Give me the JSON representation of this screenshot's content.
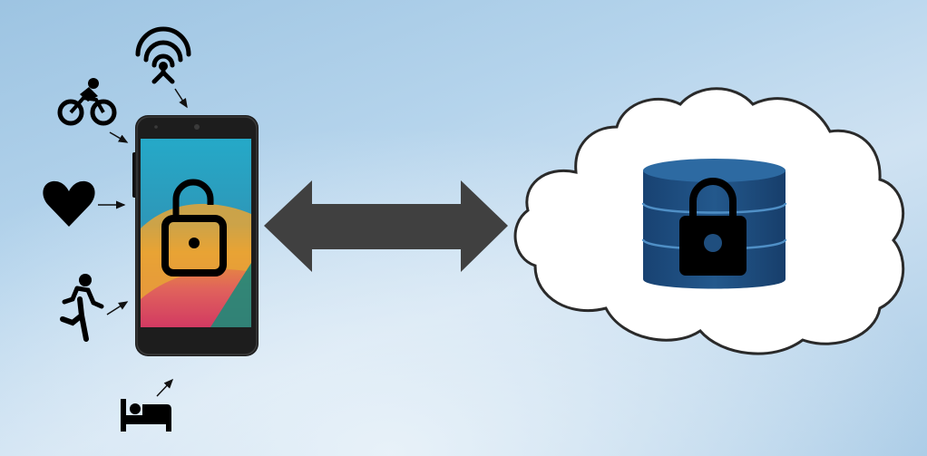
{
  "colors": {
    "background_top": "#9dc4e2",
    "background_bottom": "#d9e8f5",
    "arrow": "#404040",
    "phone_body": "#1e1e1e",
    "database_blue": "#1f4e7e",
    "database_edge": "#2f6fa8",
    "cloud_fill": "#ffffff",
    "cloud_stroke": "#2a2a2a"
  },
  "phone": {
    "screen_colors": [
      "#2bb3c6",
      "#e8a234",
      "#e05a5a",
      "#d4365d"
    ],
    "lock_state": "unlocked"
  },
  "database": {
    "lock_state": "locked"
  },
  "sensors": [
    "wifi-antenna",
    "cyclist",
    "heart",
    "runner",
    "bed"
  ]
}
